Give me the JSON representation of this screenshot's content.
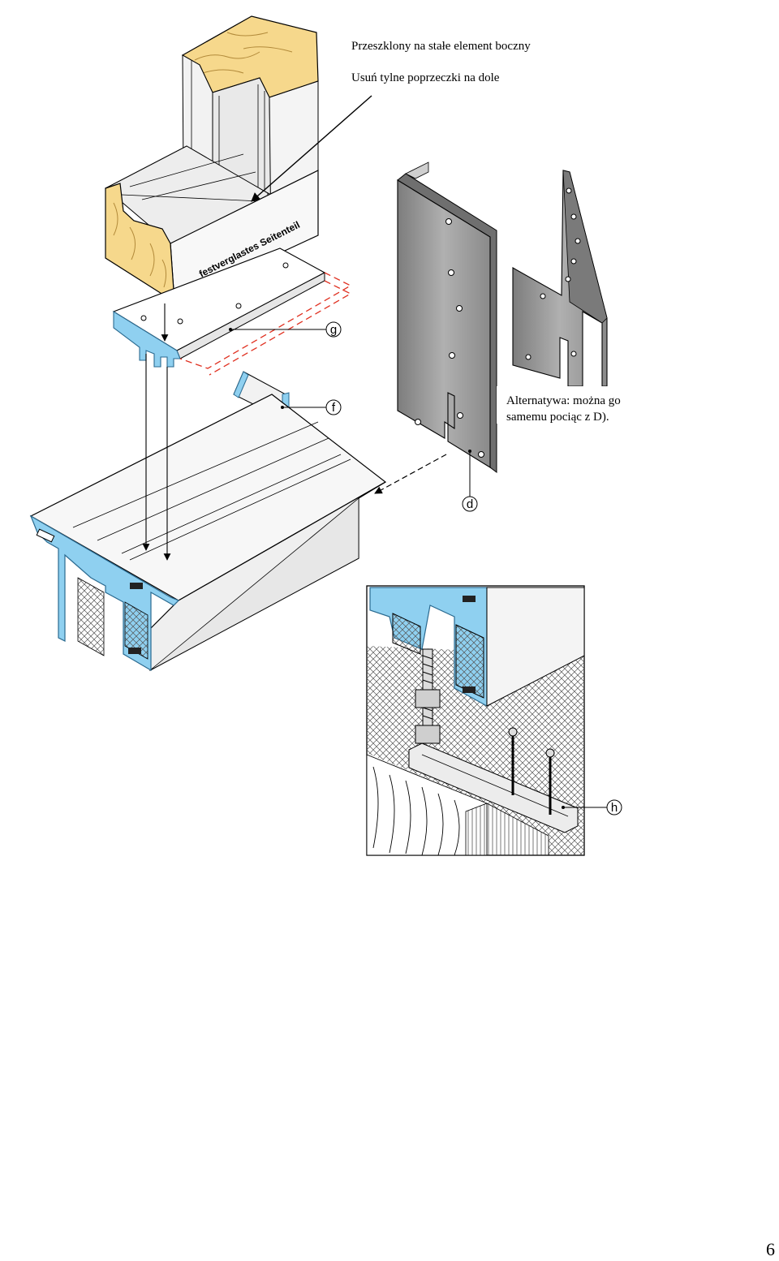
{
  "annotations": {
    "line1": "Przeszklony na stałe element boczny",
    "line2": "Usuń tylne poprzeczki na dole",
    "alt_line1": "Alternatywa: można go",
    "alt_line2": "samemu pociąc z D)."
  },
  "drawing_label": "festverglastes Seitenteil",
  "callouts": [
    "g",
    "f",
    "d",
    "h"
  ],
  "page_number": "6",
  "colors": {
    "profile_blue": "#8fd0f0",
    "wood": "#f6d88c",
    "steel": "#9a9a9a",
    "dashed_red": "#e03020"
  }
}
